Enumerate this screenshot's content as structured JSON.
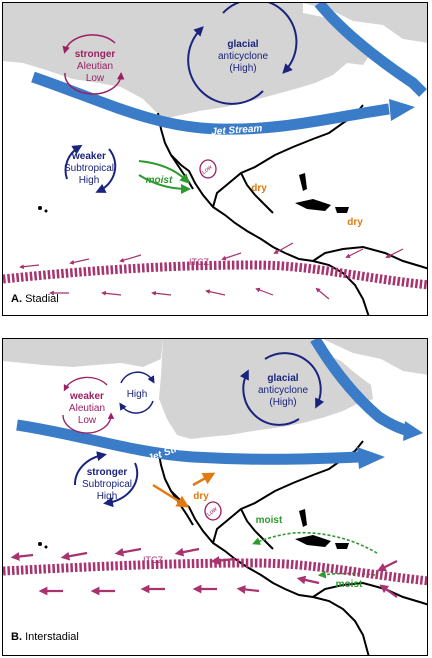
{
  "panel_a": {
    "letter": "A.",
    "title": "Stadial",
    "labels": {
      "glacial_line1": "glacial",
      "glacial_line2": "anticyclone",
      "glacial_line3": "(High)",
      "aleutian_line1": "stronger",
      "aleutian_line2": "Aleutian",
      "aleutian_line3": "Low",
      "jet_stream": "Jet Stream",
      "subtropical_line1": "weaker",
      "subtropical_line2": "Subtropical",
      "subtropical_line3": "High",
      "moist": "moist",
      "low": "Low",
      "dry1": "dry",
      "dry2": "dry",
      "itcz": "ITCZ"
    }
  },
  "panel_b": {
    "letter": "B.",
    "title": "Interstadial",
    "labels": {
      "glacial_line1": "glacial",
      "glacial_line2": "anticyclone",
      "glacial_line3": "(High)",
      "aleutian_line1": "weaker",
      "aleutian_line2": "Aleutian",
      "aleutian_line3": "Low",
      "high": "High",
      "jet_stream": "Jet Stream",
      "subtropical_line1": "stronger",
      "subtropical_line2": "Subtropical",
      "subtropical_line3": "High",
      "dry": "dry",
      "low": "Low",
      "moist1": "moist",
      "moist2": "moist",
      "itcz": "ITCZ"
    }
  },
  "colors": {
    "ice": "#d4d4d4",
    "jet_stream": "#3a7cc8",
    "high_pressure": "#1a237e",
    "low_pressure": "#9c1f63",
    "moist": "#2e9a2e",
    "dry": "#e07a12",
    "itcz": "#a8336e"
  }
}
